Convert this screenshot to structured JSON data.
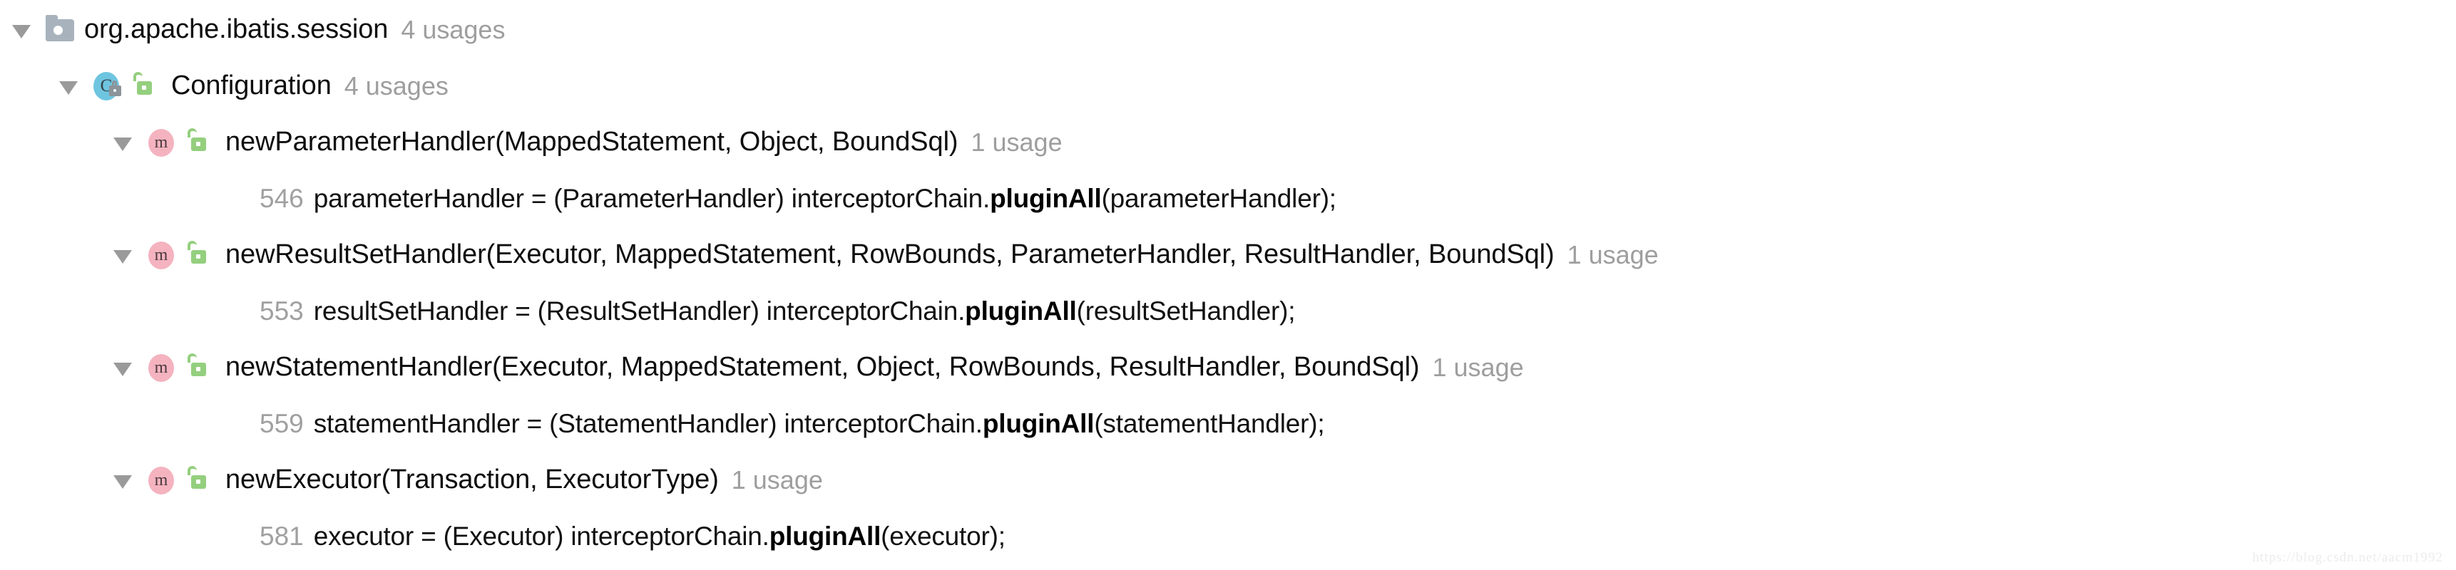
{
  "panel": {
    "title": "Find Usages results tree",
    "colors": {
      "background": "#ffffff",
      "text": "#0d0d0d",
      "muted": "#9e9e9e",
      "line_number": "#a0a0a0",
      "class_icon": "#6ec5e0",
      "method_icon": "#f4b3bf",
      "folder_icon": "#a7b2bd",
      "visibility_icon": "#94cf7e",
      "twisty": "#9a9a9a"
    }
  },
  "tree": {
    "package": {
      "icon": "package-folder-icon",
      "twisty": "chevron-down-icon",
      "label": "org.apache.ibatis.session",
      "usages": "4 usages"
    },
    "class": {
      "icon": "class-icon",
      "lock_icon": "lock-icon",
      "visibility_icon": "unlock-icon",
      "twisty": "chevron-down-icon",
      "label": "Configuration",
      "usages": "4 usages"
    },
    "methods": [
      {
        "icon": "method-icon",
        "visibility_icon": "unlock-icon",
        "twisty": "chevron-down-icon",
        "label": "newParameterHandler(MappedStatement, Object, BoundSql)",
        "usages": "1 usage",
        "occurrence": {
          "line_number": "546",
          "prefix": "parameterHandler = (ParameterHandler) interceptorChain.",
          "hit": "pluginAll",
          "suffix": "(parameterHandler);"
        }
      },
      {
        "icon": "method-icon",
        "visibility_icon": "unlock-icon",
        "twisty": "chevron-down-icon",
        "label": "newResultSetHandler(Executor, MappedStatement, RowBounds, ParameterHandler, ResultHandler, BoundSql)",
        "usages": "1 usage",
        "occurrence": {
          "line_number": "553",
          "prefix": "resultSetHandler = (ResultSetHandler) interceptorChain.",
          "hit": "pluginAll",
          "suffix": "(resultSetHandler);"
        }
      },
      {
        "icon": "method-icon",
        "visibility_icon": "unlock-icon",
        "twisty": "chevron-down-icon",
        "label": "newStatementHandler(Executor, MappedStatement, Object, RowBounds, ResultHandler, BoundSql)",
        "usages": "1 usage",
        "occurrence": {
          "line_number": "559",
          "prefix": "statementHandler = (StatementHandler) interceptorChain.",
          "hit": "pluginAll",
          "suffix": "(statementHandler);"
        }
      },
      {
        "icon": "method-icon",
        "visibility_icon": "unlock-icon",
        "twisty": "chevron-down-icon",
        "label": "newExecutor(Transaction, ExecutorType)",
        "usages": "1 usage",
        "occurrence": {
          "line_number": "581",
          "prefix": "executor = (Executor) interceptorChain.",
          "hit": "pluginAll",
          "suffix": "(executor);"
        }
      }
    ]
  },
  "watermark": "https://blog.csdn.net/aacm1992"
}
